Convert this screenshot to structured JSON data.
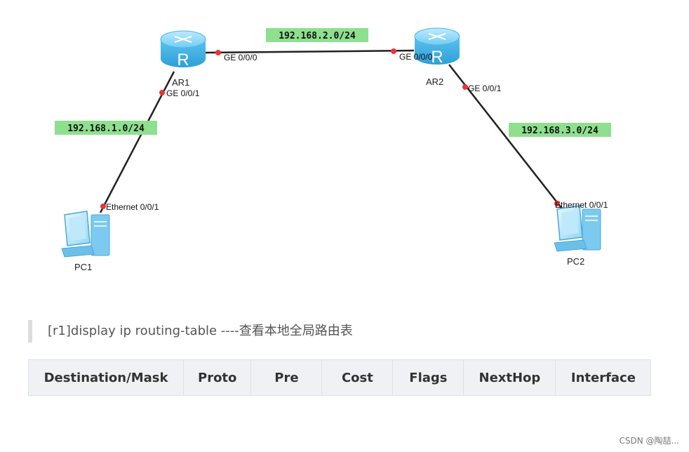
{
  "topology": {
    "devices": {
      "ar1": "AR1",
      "ar2": "AR2",
      "pc1": "PC1",
      "pc2": "PC2"
    },
    "interfaces": {
      "ar1_ge000": "GE 0/0/0",
      "ar1_ge001": "GE 0/0/1",
      "ar2_ge000": "GE 0/0/0",
      "ar2_ge001": "GE 0/0/1",
      "pc1_eth": "Ethernet 0/0/1",
      "pc2_eth": "Ethernet 0/0/1"
    },
    "networks": {
      "net1": "192.168.1.0/24",
      "net2": "192.168.2.0/24",
      "net3": "192.168.3.0/24"
    },
    "router_icon_glyph": "R",
    "colors": {
      "network_label_bg": "#8ee08e",
      "port_dot": "#ee3333",
      "router_body": "#5bc3ef",
      "link": "#222222"
    },
    "icons": [
      "router-icon",
      "pc-icon"
    ]
  },
  "command": "[r1]display ip routing-table   ----查看本地全局路由表",
  "table": {
    "headers": [
      "Destination/Mask",
      "Proto",
      "Pre",
      "Cost",
      "Flags",
      "NextHop",
      "Interface"
    ]
  },
  "watermark": "CSDN @陶喆..."
}
